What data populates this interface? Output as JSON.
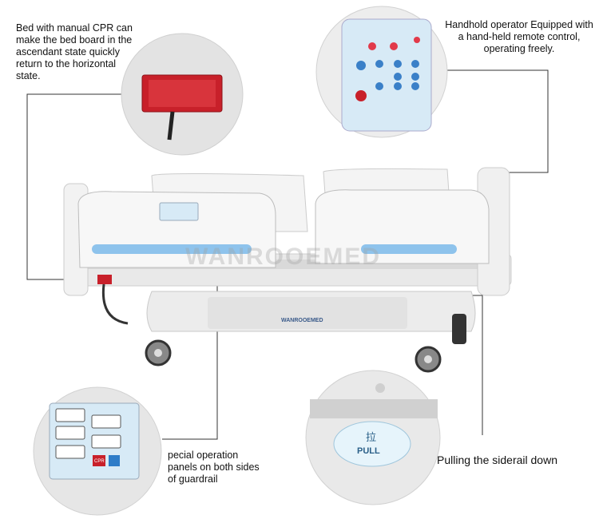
{
  "callouts": {
    "cpr": "Bed with manual CPR can make the bed board in the ascendant state quickly return to the horizontal state.",
    "handhold": "Handhold operator Equipped with a hand-held remote control, operating freely.",
    "panels": "pecial operation panels on both sides of guardrail",
    "siderail": "Pulling the siderail down"
  },
  "watermark": "WANROOEMED",
  "brand_label": "WANROOEMED",
  "pull_label": "PULL",
  "pull_char": "拉",
  "cpr_label": "CPR",
  "colors": {
    "cpr_red": "#c8202a",
    "rail_blue": "#8ec3ec",
    "panel_blue": "#d7eaf6",
    "frame": "#ececec"
  }
}
